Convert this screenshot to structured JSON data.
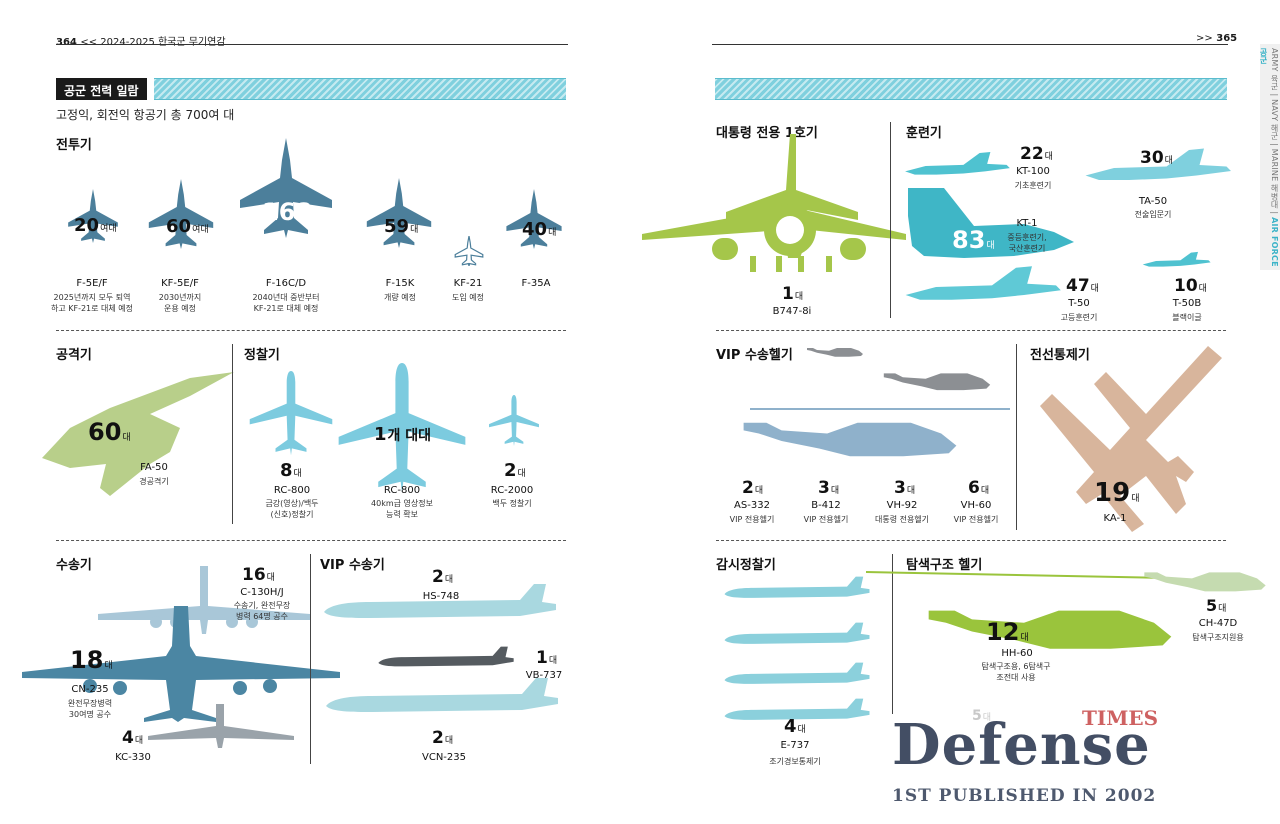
{
  "header": {
    "left_page": "364",
    "left_title": "<< 2024-2025 한국군 무기연감",
    "right_page": "365",
    "right_marker": ">>"
  },
  "side_tab": {
    "army": "ARMY 육군",
    "navy": "NAVY 해군",
    "marine": "MARINE 해병대",
    "airforce": "AIR FORCE 공군"
  },
  "left": {
    "banner": "공군 전력 일람",
    "subtitle": "고정익, 회전익 항공기 총 700여 대",
    "fighters": {
      "heading": "전투기",
      "items": [
        {
          "count": "20",
          "unit": "여대",
          "name": "F-5E/F",
          "note1": "2025년까지 모두 퇴역",
          "note2": "하고 KF-21로 대체 예정"
        },
        {
          "count": "60",
          "unit": "여대",
          "name": "KF-5E/F",
          "note1": "2030년까지",
          "note2": "운용 예정"
        },
        {
          "count": "168",
          "unit": "대",
          "name": "F-16C/D",
          "note1": "2040년대 중반부터",
          "note2": "KF-21로 대체 예정"
        },
        {
          "count": "59",
          "unit": "대",
          "name": "F-15K",
          "note1": "개량 예정",
          "note2": ""
        },
        {
          "count": "",
          "unit": "",
          "name": "KF-21",
          "note1": "도입 예정",
          "note2": ""
        },
        {
          "count": "40",
          "unit": "대",
          "name": "F-35A",
          "note1": "",
          "note2": ""
        }
      ]
    },
    "attack": {
      "heading": "공격기",
      "count": "60",
      "unit": "대",
      "name": "FA-50",
      "note": "경공격기"
    },
    "recon": {
      "heading": "정찰기",
      "items": [
        {
          "count": "8",
          "unit": "대",
          "name": "RC-800",
          "note1": "금강(영상)/백두",
          "note2": "(신호)정찰기"
        },
        {
          "count": "1",
          "unit": "개 대대",
          "name": "RC-800",
          "note1": "40km급 영상정보",
          "note2": "능력 확보"
        },
        {
          "count": "2",
          "unit": "대",
          "name": "RC-2000",
          "note1": "백두 정찰기",
          "note2": ""
        }
      ]
    },
    "transport": {
      "heading": "수송기",
      "c130": {
        "count": "16",
        "unit": "대",
        "name": "C-130H/J",
        "note1": "수송기, 완전무장",
        "note2": "병력 64명 공수"
      },
      "cn235": {
        "count": "18",
        "unit": "대",
        "name": "CN-235",
        "note1": "완전무장병력",
        "note2": "30여명 공수"
      },
      "kc330": {
        "count": "4",
        "unit": "대",
        "name": "KC-330"
      }
    },
    "vip_transport": {
      "heading": "VIP 수송기",
      "hs748": {
        "count": "2",
        "unit": "대",
        "name": "HS-748"
      },
      "vb737": {
        "count": "1",
        "unit": "대",
        "name": "VB-737"
      },
      "vcn235": {
        "count": "2",
        "unit": "대",
        "name": "VCN-235"
      }
    }
  },
  "right": {
    "presidential": {
      "heading": "대통령 전용 1호기",
      "count": "1",
      "unit": "대",
      "name": "B747-8i"
    },
    "trainers": {
      "heading": "훈련기",
      "kt100": {
        "count": "22",
        "unit": "대",
        "name": "KT-100",
        "note": "기초훈련기"
      },
      "ta50": {
        "count": "30",
        "unit": "대",
        "name": "TA-50",
        "note": "전술입문기"
      },
      "kt1": {
        "count": "83",
        "unit": "대",
        "name": "KT-1",
        "note1": "중등훈련기,",
        "note2": "국산훈련기"
      },
      "t50": {
        "count": "47",
        "unit": "대",
        "name": "T-50",
        "note": "고등훈련기"
      },
      "t50b": {
        "count": "10",
        "unit": "대",
        "name": "T-50B",
        "note": "블랙이글"
      }
    },
    "vip_heli": {
      "heading": "VIP 수송헬기",
      "items": [
        {
          "count": "2",
          "unit": "대",
          "name": "AS-332",
          "note": "VIP 전용헬기"
        },
        {
          "count": "3",
          "unit": "대",
          "name": "B-412",
          "note": "VIP 전용헬기"
        },
        {
          "count": "3",
          "unit": "대",
          "name": "VH-92",
          "note": "대통령 전용헬기"
        },
        {
          "count": "6",
          "unit": "대",
          "name": "VH-60",
          "note": "VIP 전용헬기"
        }
      ]
    },
    "tactical_control": {
      "heading": "전선통제기",
      "count": "19",
      "unit": "대",
      "name": "KA-1"
    },
    "aewc": {
      "heading": "감시정찰기",
      "count": "4",
      "unit": "대",
      "name": "E-737",
      "note": "조기경보통제기"
    },
    "sar": {
      "heading": "탐색구조 헬기",
      "hh60": {
        "count": "12",
        "unit": "대",
        "name": "HH-60",
        "note1": "탐색구조용, 6탐색구",
        "note2": "조전대 사용"
      },
      "ch47": {
        "count": "5",
        "unit": "대",
        "name": "CH-47D",
        "note": "탐색구조지원용"
      },
      "extra_count": "5",
      "extra_unit": "대"
    }
  },
  "watermark": {
    "times": "TIMES",
    "main": "Defense",
    "sub": "1ST PUBLISHED IN 2002"
  },
  "colors": {
    "fighter": "#4c7f9b",
    "recon": "#7ccbdf",
    "attack": "#b8cf8a",
    "transport": "#4b86a3",
    "vip_transport": "#a9d8e0",
    "presidential": "#a5c64a",
    "trainer": "#4fc2d0",
    "heli": "#8fb1cb",
    "ka1": "#d8b59c",
    "aewc": "#8bd0dc",
    "sar": "#9ac43c"
  }
}
